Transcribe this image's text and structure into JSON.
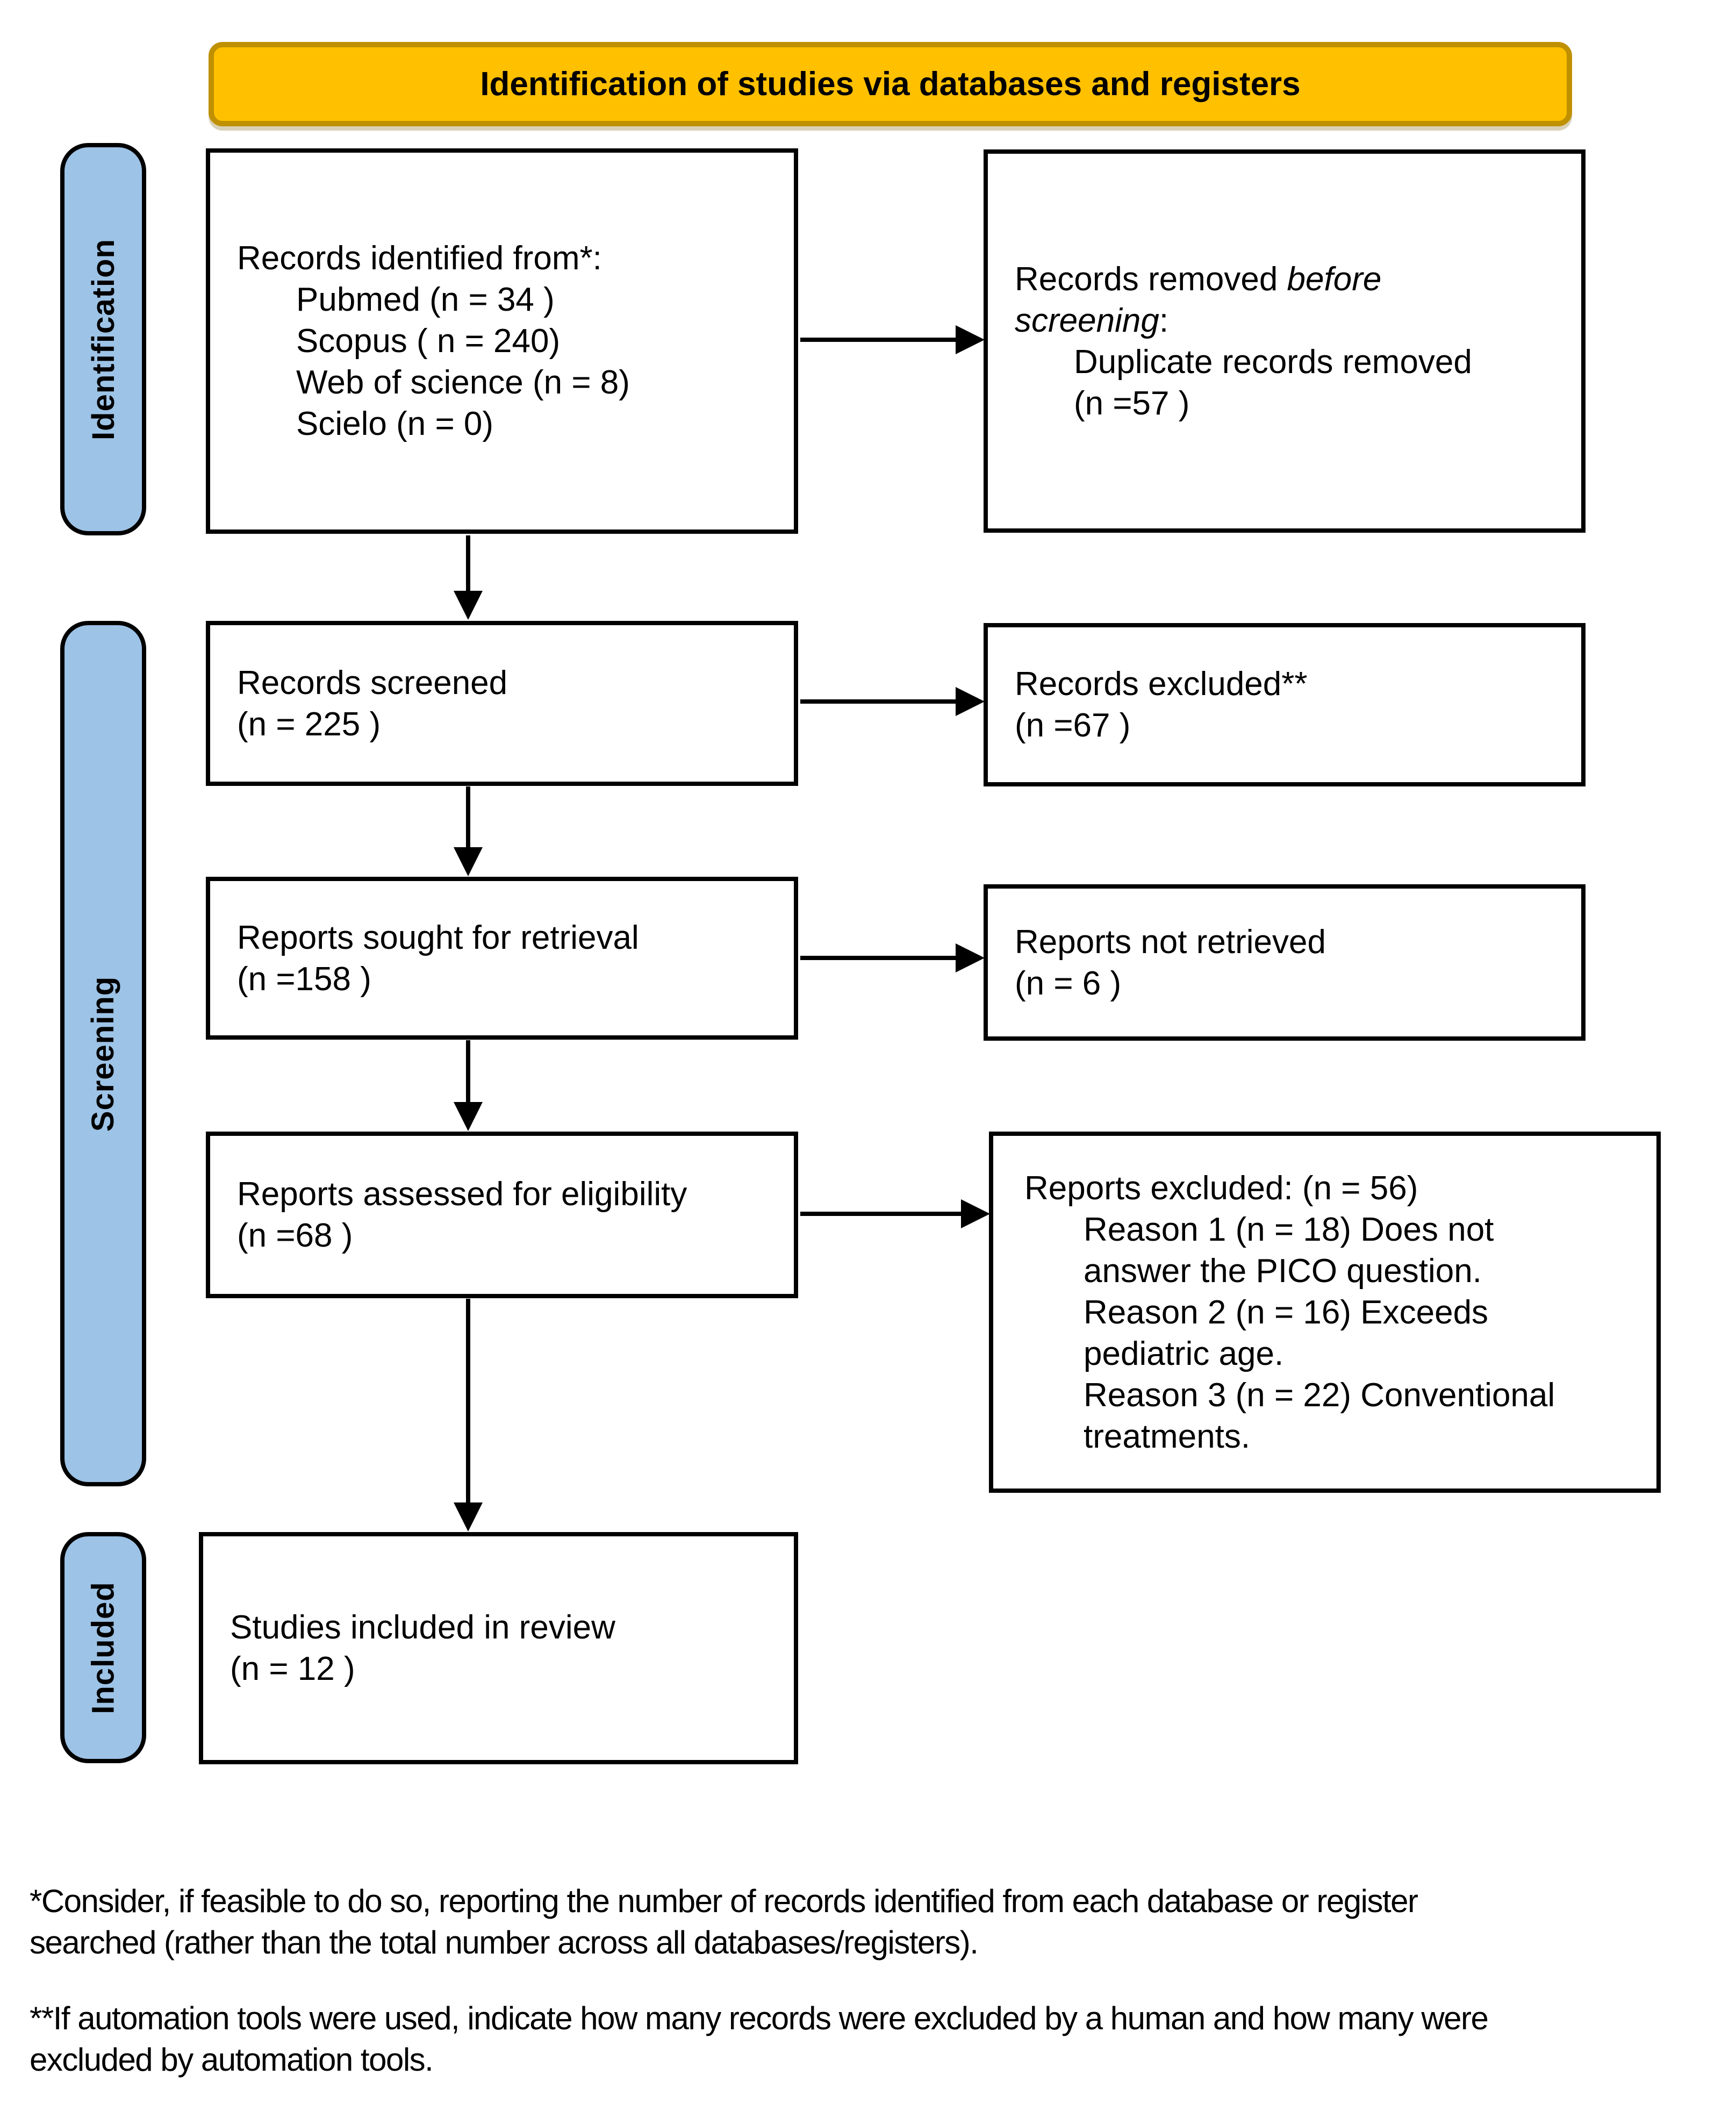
{
  "banner": {
    "title": "Identification of studies via databases and registers"
  },
  "stages": [
    {
      "label": "Identification"
    },
    {
      "label": "Screening"
    },
    {
      "label": "Included"
    }
  ],
  "boxes": {
    "records_identified": {
      "lines": [
        {
          "t": "Records identified from*:"
        },
        {
          "t": "Pubmed (n = 34 )",
          "ind": 1
        },
        {
          "t": "Scopus ( n = 240)",
          "ind": 1
        },
        {
          "t": "Web of science (n = 8)",
          "ind": 1
        },
        {
          "t": "Scielo (n = 0)",
          "ind": 1
        }
      ]
    },
    "records_removed": {
      "lines": [
        {
          "seg": [
            {
              "t": "Records removed "
            },
            {
              "t": "before",
              "i": true
            }
          ]
        },
        {
          "seg": [
            {
              "t": "screening",
              "i": true
            },
            {
              "t": ":"
            }
          ]
        },
        {
          "t": "Duplicate records removed",
          "ind": 1
        },
        {
          "t": "(n =57 )",
          "ind": 1
        }
      ]
    },
    "records_screened": {
      "lines": [
        {
          "t": "Records screened"
        },
        {
          "t": "(n = 225 )"
        }
      ]
    },
    "records_excluded": {
      "lines": [
        {
          "t": "Records excluded**"
        },
        {
          "t": "(n =67 )"
        }
      ]
    },
    "reports_sought": {
      "lines": [
        {
          "t": "Reports sought for retrieval"
        },
        {
          "t": "(n =158 )"
        }
      ]
    },
    "reports_not_retrieved": {
      "lines": [
        {
          "t": "Reports not retrieved"
        },
        {
          "t": "(n = 6 )"
        }
      ]
    },
    "reports_assessed": {
      "lines": [
        {
          "t": "Reports assessed for eligibility"
        },
        {
          "t": "(n =68 )"
        }
      ]
    },
    "reports_excluded": {
      "lines": [
        {
          "t": "Reports excluded: (n = 56)"
        },
        {
          "t": "Reason 1 (n = 18) Does not",
          "ind": 1
        },
        {
          "t": "answer the PICO question.",
          "ind": 1
        },
        {
          "t": "Reason 2 (n = 16) Exceeds",
          "ind": 1
        },
        {
          "t": "pediatric age.",
          "ind": 1
        },
        {
          "t": "Reason 3 (n = 22) Conventional",
          "ind": 1
        },
        {
          "t": "treatments.",
          "ind": 1
        }
      ]
    },
    "studies_included": {
      "lines": [
        {
          "t": "Studies included in review"
        },
        {
          "t": "(n = 12 )"
        }
      ]
    }
  },
  "footnotes": {
    "f1_line1": "*Consider, if feasible to do so, reporting the number of records identified from each database or register",
    "f1_line2": "searched (rather than the total number across all databases/registers).",
    "f2_line1": "**If automation tools were used, indicate how many records were excluded by a human and how many were",
    "f2_line2": "excluded by automation tools."
  },
  "colors": {
    "banner_fill": "#FFC000",
    "banner_border": "#BF9000",
    "stage_fill": "#9DC3E6",
    "stage_border": "#000000",
    "box_border": "#000000",
    "text": "#000000"
  }
}
